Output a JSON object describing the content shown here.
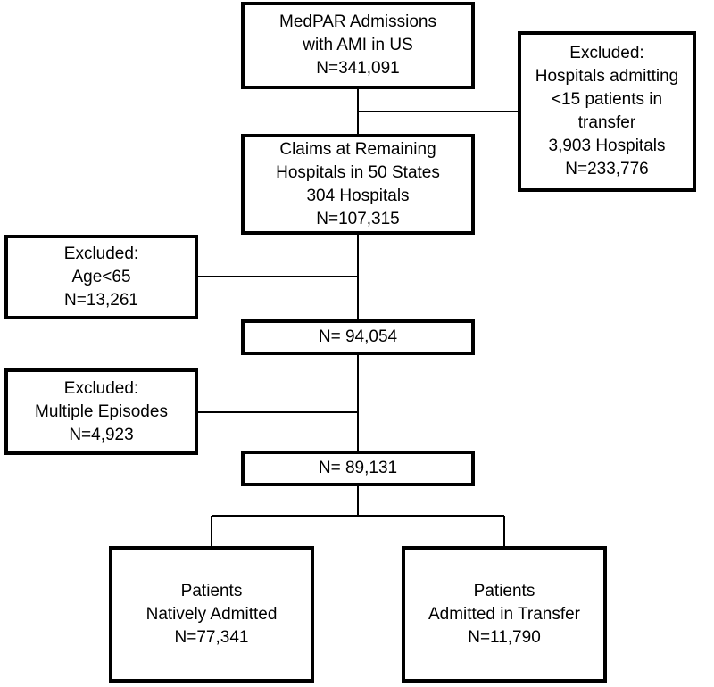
{
  "boxes": {
    "medpar": [
      "MedPAR Admissions",
      "with AMI in US",
      "N=341,091"
    ],
    "excluded_hospitals": [
      "Excluded:",
      "Hospitals admitting",
      "<15 patients in",
      "transfer",
      "3,903 Hospitals",
      "N=233,776"
    ],
    "claims": [
      "Claims at Remaining",
      "Hospitals in 50 States",
      "304 Hospitals",
      "N=107,315"
    ],
    "excluded_age": [
      "Excluded:",
      "Age<65",
      "N=13,261"
    ],
    "n94054": [
      "N= 94,054"
    ],
    "excluded_multiple": [
      "Excluded:",
      "Multiple Episodes",
      "N=4,923"
    ],
    "n89131": [
      "N= 89,131"
    ],
    "native": [
      "Patients",
      "Natively Admitted",
      "N=77,341"
    ],
    "transfer": [
      "Patients",
      "Admitted in Transfer",
      "N=11,790"
    ]
  }
}
